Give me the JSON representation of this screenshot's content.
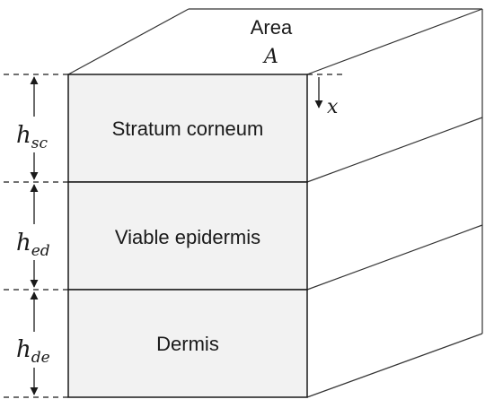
{
  "diagram": {
    "area_label": "Area",
    "area_symbol": "A",
    "depth_symbol": "x",
    "layers": [
      {
        "name": "Stratum corneum",
        "thickness_symbol": "h",
        "thickness_subscript": "sc"
      },
      {
        "name": "Viable epidermis",
        "thickness_symbol": "h",
        "thickness_subscript": "ed"
      },
      {
        "name": "Dermis",
        "thickness_symbol": "h",
        "thickness_subscript": "de"
      }
    ],
    "colors": {
      "layer_fill": "#f2f2f2",
      "line": "#1a1a1a"
    }
  }
}
